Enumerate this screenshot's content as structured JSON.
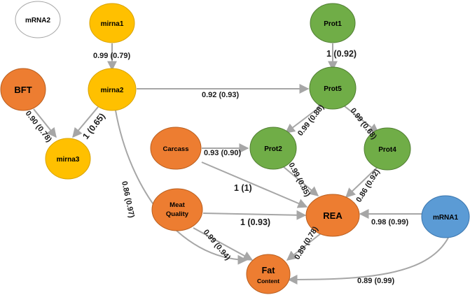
{
  "colors": {
    "yellow": "#ffc000",
    "yellow_stroke": "#d9a300",
    "green": "#70ad47",
    "green_stroke": "#507e32",
    "orange": "#ed7d31",
    "orange_stroke": "#b85e1f",
    "blue": "#5b9bd5",
    "blue_stroke": "#3a75ad",
    "white": "#ffffff",
    "white_stroke": "#a6a6a6",
    "edge": "#a6a6a6"
  },
  "nodes": {
    "mrna2": "mRNA2",
    "mirna1": "mirna1",
    "mirna2": "mirna2",
    "mirna3": "mirna3",
    "bft": "BFT",
    "prot1": "Prot1",
    "prot5": "Prot5",
    "prot2": "Prot2",
    "prot4": "Prot4",
    "carcass": "Carcass",
    "meat_quality_line1": "Meat",
    "meat_quality_line2": "Quality",
    "rea": "REA",
    "fat_line1": "Fat",
    "fat_line2": "Content",
    "mrna1": "mRNA1"
  },
  "edges": {
    "mirna1_mirna2": "0.99 (0.79)",
    "mirna2_prot5": "0.92 (0.93)",
    "bft_mirna3": "0.90 (0.78)",
    "mirna2_mirna3": "1 (0.65)",
    "mirna2_fat": "0.86 (0.97)",
    "prot1_prot5": "1 (0.92)",
    "prot5_prot2": "0.99 (0.88)",
    "prot5_prot4": "0.99 (0.68)",
    "carcass_prot2": "0.93 (0.90)",
    "prot2_rea": "0.99 (0.85)",
    "prot4_rea": "0.86 (0.92)",
    "carcass_rea": "1 (1)",
    "meat_rea": "1 (0.93)",
    "mrna1_rea": "0.98 (0.99)",
    "meat_fat": "0.99 (0.94)",
    "rea_fat": "0.89 (0.78)",
    "mrna1_fat": "0.89 (0.99)"
  }
}
